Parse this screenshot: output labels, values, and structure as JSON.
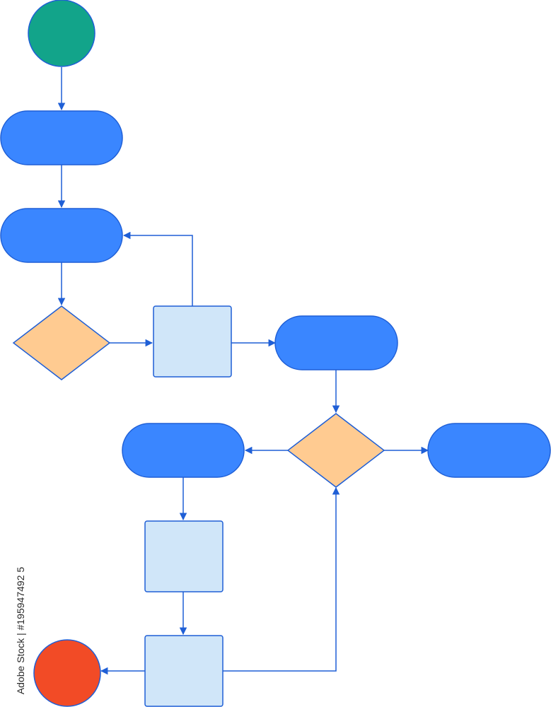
{
  "credit": {
    "text": "Adobe Stock | #195947492 5",
    "display": "Adobe Stock | #195947492 5"
  },
  "colors": {
    "start_node": "#12a48a",
    "end_node": "#f24b26",
    "process_pill": "#3a86ff",
    "decision": "#ffcb91",
    "task_box": "#d0e6f9",
    "stroke": "#1f5fd6",
    "edge": "#1f5fd6"
  },
  "diagram": {
    "nodes": [
      {
        "id": "start",
        "kind": "start-circle",
        "icon": "circle"
      },
      {
        "id": "process-1",
        "kind": "process-pill"
      },
      {
        "id": "process-2",
        "kind": "process-pill"
      },
      {
        "id": "decision-1",
        "kind": "decision-diamond"
      },
      {
        "id": "task-1",
        "kind": "task-box"
      },
      {
        "id": "process-3",
        "kind": "process-pill"
      },
      {
        "id": "decision-2",
        "kind": "decision-diamond"
      },
      {
        "id": "process-left",
        "kind": "process-pill"
      },
      {
        "id": "process-right",
        "kind": "process-pill"
      },
      {
        "id": "task-2",
        "kind": "task-box"
      },
      {
        "id": "task-3",
        "kind": "task-box"
      },
      {
        "id": "end",
        "kind": "end-circle",
        "icon": "circle"
      }
    ],
    "edges": [
      {
        "from": "start",
        "to": "process-1"
      },
      {
        "from": "process-1",
        "to": "process-2"
      },
      {
        "from": "process-2",
        "to": "decision-1"
      },
      {
        "from": "decision-1",
        "to": "task-1"
      },
      {
        "from": "task-1",
        "to": "process-2"
      },
      {
        "from": "task-1",
        "to": "process-3"
      },
      {
        "from": "process-3",
        "to": "decision-2"
      },
      {
        "from": "decision-2",
        "to": "process-left"
      },
      {
        "from": "decision-2",
        "to": "process-right"
      },
      {
        "from": "process-left",
        "to": "task-2"
      },
      {
        "from": "task-2",
        "to": "task-3"
      },
      {
        "from": "task-3",
        "to": "end"
      },
      {
        "from": "task-3",
        "to": "decision-2"
      }
    ]
  }
}
